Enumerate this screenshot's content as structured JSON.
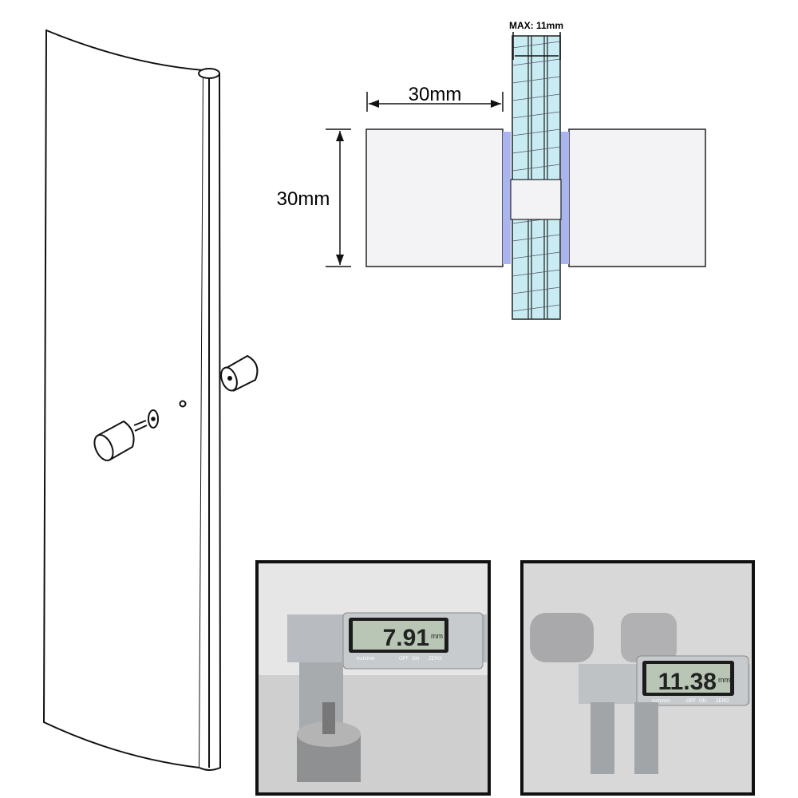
{
  "dimensions": {
    "max_thickness": "MAX: 11mm",
    "width": "30mm",
    "height": "30mm"
  },
  "photos": [
    {
      "reading": "7.91",
      "unit": "mm",
      "buttons": [
        "inch/mm",
        "OFF",
        "ON",
        "ZERO"
      ]
    },
    {
      "reading": "11.38",
      "unit": "mm",
      "buttons": [
        "inch/mm",
        "OFF",
        "ON",
        "ZERO"
      ]
    }
  ],
  "colors": {
    "line": "#111111",
    "glass": "#bfe6f0",
    "gasket": "#aab4ee",
    "knob": "#f3f3f5"
  }
}
